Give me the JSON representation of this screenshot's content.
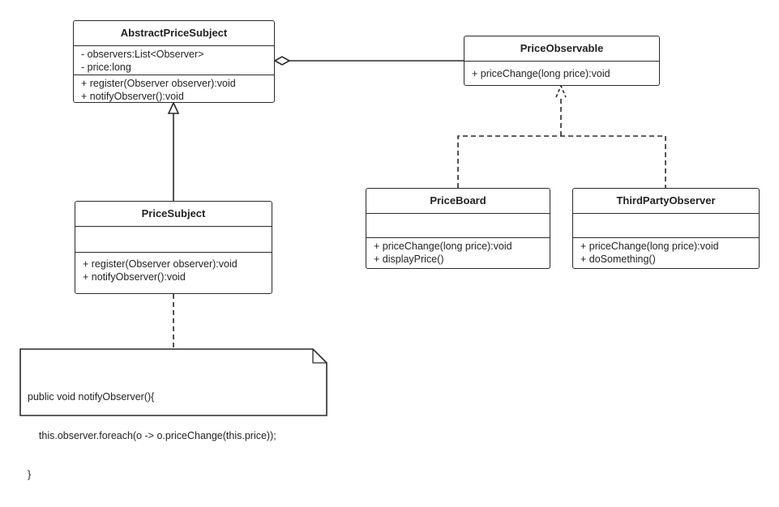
{
  "classes": {
    "abstract_price_subject": {
      "name": "AbstractPriceSubject",
      "attributes": [
        "- observers:List<Observer>",
        "- price:long"
      ],
      "methods": [
        "+ register(Observer observer):void",
        "+ notifyObserver():void"
      ]
    },
    "price_observable": {
      "name": "PriceObservable",
      "attributes": [],
      "methods": [
        "+ priceChange(long price):void"
      ]
    },
    "price_subject": {
      "name": "PriceSubject",
      "attributes": [],
      "methods": [
        "+ register(Observer observer):void",
        "+ notifyObserver():void"
      ]
    },
    "price_board": {
      "name": "PriceBoard",
      "attributes": [],
      "methods": [
        "+ priceChange(long price):void",
        "+ displayPrice()"
      ]
    },
    "third_party_observer": {
      "name": "ThirdPartyObserver",
      "attributes": [],
      "methods": [
        "+ priceChange(long price):void",
        "+ doSomething()"
      ]
    }
  },
  "note": {
    "lines": [
      "public void notifyObserver(){",
      "    this.observer.foreach(o -> o.priceChange(this.price));",
      "}"
    ]
  },
  "colors": {
    "line": "#2a2a2a",
    "background": "#ffffff"
  }
}
